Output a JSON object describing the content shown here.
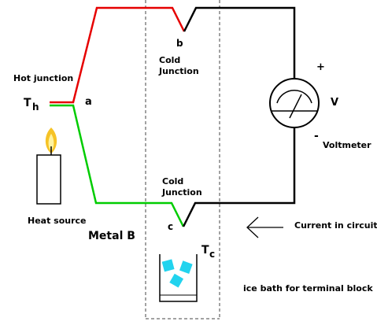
{
  "labels": {
    "hot_junction": "Hot junction",
    "th_symbol": "T",
    "th_subscript": "h",
    "point_a": "a",
    "point_b": "b",
    "point_c": "c",
    "cold_junction_top_1": "Cold",
    "cold_junction_top_2": "Junction",
    "cold_junction_bottom_1": "Cold",
    "cold_junction_bottom_2": "Junction",
    "heat_source": "Heat source",
    "metal_b": "Metal B",
    "tc_symbol": "T",
    "tc_subscript": "c",
    "ice_bath": "ice bath for terminal block",
    "current": "Current in circuit",
    "voltmeter": "Voltmeter",
    "v_symbol": "V",
    "plus": "+",
    "minus": "-"
  },
  "colors": {
    "metal_a_wire": "#e60000",
    "metal_b_wire": "#00cc00",
    "copper_wire": "#000000",
    "ice": "#22d3ee",
    "flame_outer": "#f5b800",
    "flame_inner": "#fff3a0",
    "dashed_box": "#444444"
  },
  "icons": {
    "candle": "candle-icon",
    "voltmeter": "voltmeter-icon",
    "arrow": "arrow-left-icon",
    "ice_bath": "ice-bath-icon"
  }
}
